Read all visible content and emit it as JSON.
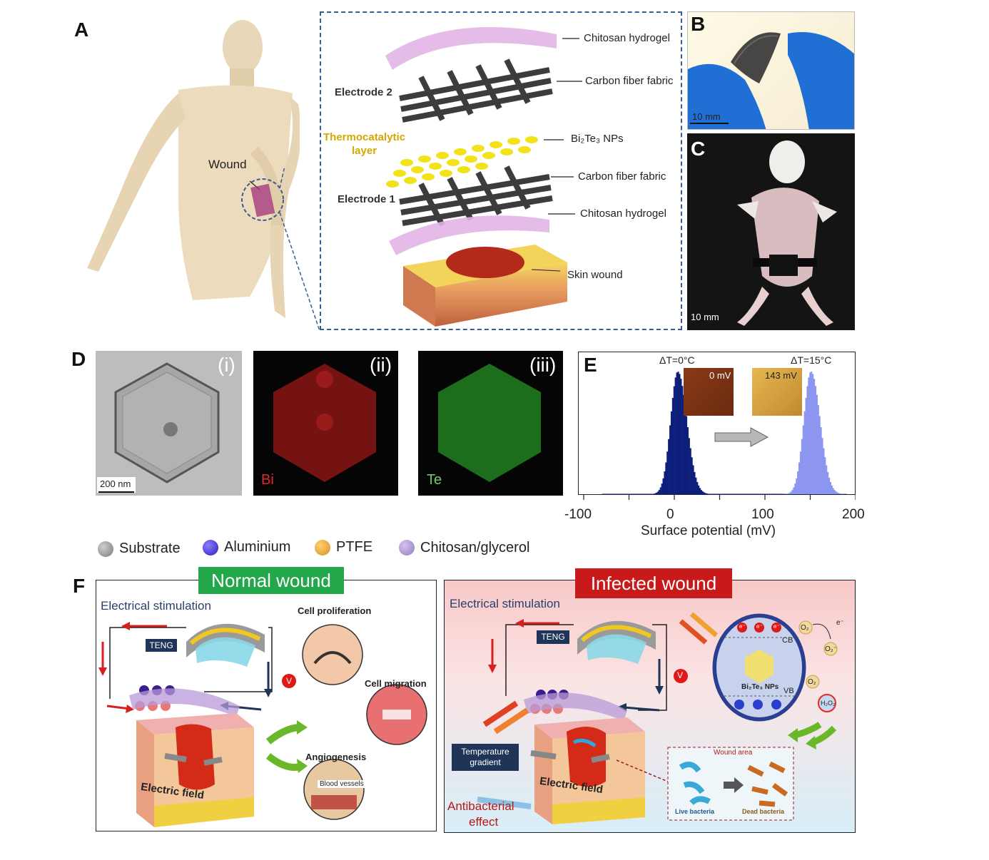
{
  "panels": {
    "A": "A",
    "B": "B",
    "C": "C",
    "D": "D",
    "E": "E",
    "F": "F"
  },
  "panelA": {
    "wound_label": "Wound",
    "layers": {
      "chitosan_top": "Chitosan hydrogel",
      "carbon_top": "Carbon fiber fabric",
      "electrode2": "Electrode 2",
      "thermo_line1": "Thermocatalytic",
      "thermo_line2": "layer",
      "bi2te3_np": "Bi₂Te₃ NPs",
      "carbon_bottom": "Carbon fiber fabric",
      "electrode1": "Electrode 1",
      "chitosan_bottom": "Chitosan hydrogel",
      "skin_wound": "Skin wound"
    }
  },
  "panelB": {
    "scale": "10 mm"
  },
  "panelC": {
    "scale": "10 mm"
  },
  "panelD": {
    "sub1": "(i)",
    "sub2": "(ii)",
    "sub3": "(iii)",
    "scale": "200 nm",
    "bi": "Bi",
    "te": "Te"
  },
  "panelE": {
    "label_left": "ΔT=0°C",
    "label_right": "ΔT=15°C",
    "inset_left": "0 mV",
    "inset_right": "143 mV"
  },
  "chart_data": {
    "type": "histogram",
    "xlabel": "Surface potential (mV)",
    "xlim": [
      -100,
      200
    ],
    "xticks": [
      "-100",
      "0",
      "100",
      "200"
    ],
    "series": [
      {
        "name": "ΔT=0°C",
        "center": 3,
        "spread": 10,
        "color": "#0d1f7a"
      },
      {
        "name": "ΔT=15°C",
        "center": 150,
        "spread": 10,
        "color": "#8c96f0"
      }
    ]
  },
  "legend": [
    {
      "label": "Substrate",
      "color": "#8a8a8a"
    },
    {
      "label": "Aluminium",
      "color": "#3a2bd6"
    },
    {
      "label": "PTFE",
      "color": "#e0a830"
    },
    {
      "label": "Chitosan/glycerol",
      "color": "#a890c8"
    }
  ],
  "panelF": {
    "normal": {
      "title": "Normal wound",
      "elec_stim": "Electrical stimulation",
      "teng": "TENG",
      "v": "V",
      "cell_prolif": "Cell proliferation",
      "cell_migr": "Cell migration",
      "angio": "Angiogenesis",
      "blood": "Blood vessels",
      "field": "Electric field"
    },
    "infected": {
      "title": "Infected wound",
      "elec_stim": "Electrical stimulation",
      "teng": "TENG",
      "v": "V",
      "temp1": "Temperature",
      "temp2": "gradient",
      "anti1": "Antibacterial",
      "anti2": "effect",
      "field": "Electric field",
      "cb": "CB",
      "vb": "VB",
      "np": "Bi₂Te₃ NPs",
      "o2a": "O₂",
      "o2b": "O₂⁻",
      "o2c": "O₂",
      "h2o2": "H₂O₂",
      "e": "e⁻",
      "wound_area": "Wound area",
      "live": "Live bacteria",
      "dead": "Dead bacteria"
    }
  }
}
